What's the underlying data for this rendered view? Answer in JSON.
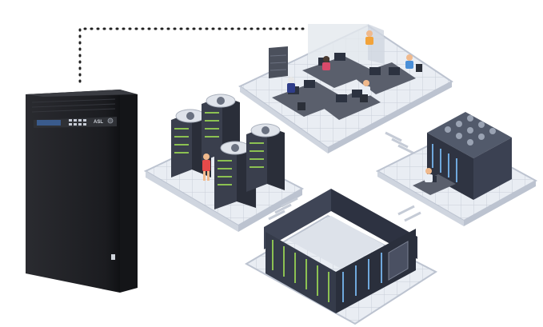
{
  "ups_unit": {
    "brand_label": "ASL",
    "cabinet_color": "#1e1f23",
    "panel_color": "#2a2c31"
  },
  "illustration": {
    "floor_tile_color": "#e7ebf2",
    "floor_edge_color": "#bcc3d0",
    "rack_color": "#3a3f4d",
    "rack_light_color": "#8cc152",
    "fan_color": "#dfe3ea",
    "connector_style": "dotted",
    "zones": [
      "office-workstations",
      "server-racks-with-cooling-fans",
      "cold-aisle-containment",
      "compact-server-cluster"
    ]
  }
}
